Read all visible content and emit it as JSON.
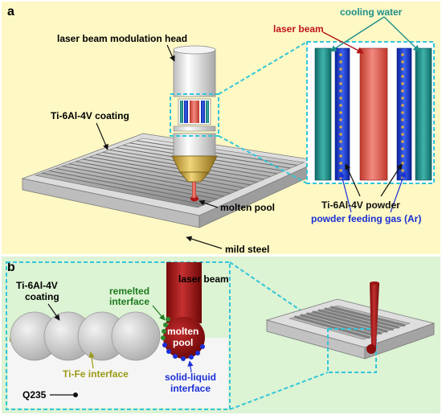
{
  "panel_a": {
    "letter": "a",
    "labels": {
      "modulation_head": "laser beam modulation head",
      "coating": "Ti-6Al-4V coating",
      "molten_pool": "molten pool",
      "mild_steel": "mild steel",
      "laser_beam": "laser beam",
      "cooling_water": "cooling water",
      "powder": "Ti-6Al-4V powder",
      "gas": "powder feeding gas (Ar)"
    }
  },
  "panel_b": {
    "letter": "b",
    "labels": {
      "coating_line1": "Ti-6Al-4V",
      "coating_line2": "coating",
      "laser_beam": "laser beam",
      "remelted_line1": "remelted",
      "remelted_line2": "interface",
      "molten_line1": "molten",
      "molten_line2": "pool",
      "tife": "Ti-Fe interface",
      "solid_line1": "solid-liquid",
      "solid_line2": "interface",
      "q235": "Q235"
    }
  },
  "colors": {
    "panel_a_bg": "#fdf8c4",
    "panel_b_bg": "#dcf3d4",
    "callout": "#33c6d8",
    "laser_red": "#b01414",
    "cooling_teal": "#1f8f8a",
    "gas_blue": "#1a2fd6",
    "remelted_green": "#1e7a1e",
    "tife_olive": "#9a9a14",
    "nozzle_gold": "#cfa63a"
  }
}
